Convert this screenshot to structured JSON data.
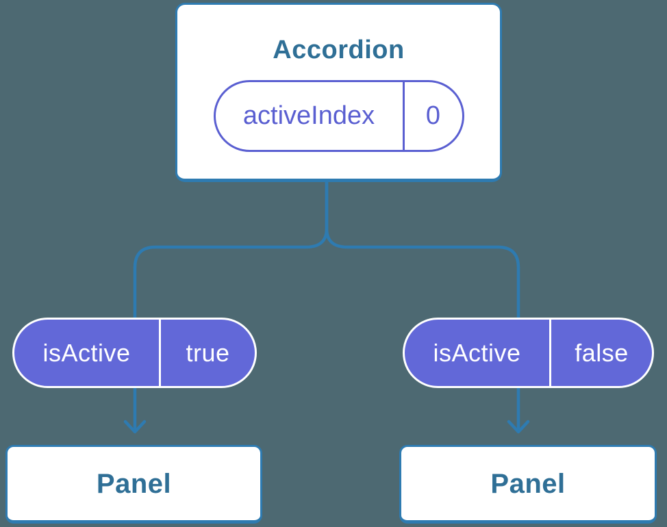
{
  "diagram": {
    "colors": {
      "bg": "#4d6972",
      "line": "#2e7bb1",
      "purple": "#5a5fd1",
      "purple_fill": "#6268d8",
      "label": "#2f6f96",
      "white": "#ffffff"
    },
    "root": {
      "title": "Accordion",
      "state": {
        "name": "activeIndex",
        "value": "0"
      }
    },
    "props": [
      {
        "name": "isActive",
        "value": "true"
      },
      {
        "name": "isActive",
        "value": "false"
      }
    ],
    "children": [
      {
        "title": "Panel"
      },
      {
        "title": "Panel"
      }
    ]
  }
}
